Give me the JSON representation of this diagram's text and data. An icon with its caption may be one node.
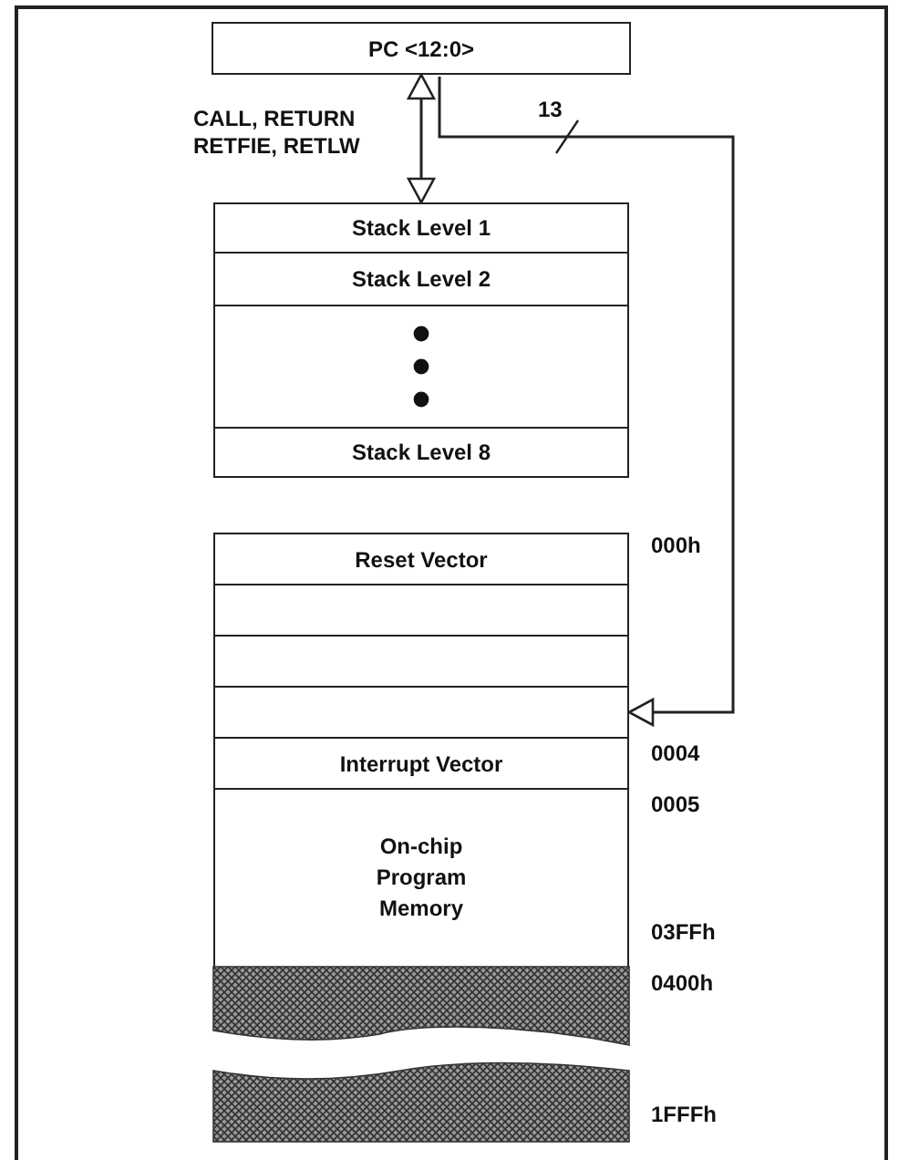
{
  "diagram": {
    "nodes": [
      {
        "text": [
          "PC <12:0>"
        ]
      },
      {
        "text": [
          "Stack Level 1"
        ]
      },
      {
        "text": [
          "Stack Level 2"
        ]
      },
      {
        "text": [],
        "shape": "box"
      },
      {
        "text": [
          "Stack Level 8"
        ]
      },
      {
        "text": [
          "Reset Vector"
        ],
        "beside": [
          "000h"
        ]
      },
      {
        "text": [],
        "shape": "box"
      },
      {
        "text": [],
        "shape": "box"
      },
      {
        "text": [],
        "shape": "box"
      },
      {
        "text": [
          "Interrupt Vector"
        ],
        "beside": [
          "0004"
        ]
      },
      {
        "text": [
          "On-chip Program Memory"
        ],
        "beside": [
          "0005",
          "03FFh"
        ]
      },
      {
        "text": [],
        "shape": "box",
        "beside": [
          "0400h"
        ]
      },
      {
        "text": [],
        "shape": "box",
        "beside": [
          "1FFFh"
        ]
      }
    ],
    "edges": [
      {
        "from": 0,
        "to": 1,
        "arrow": "both",
        "label": "CALL, RETURN RETFIE, RETLW"
      },
      {
        "from": 0,
        "to": 8,
        "arrow": "to",
        "label": "13"
      }
    ]
  }
}
